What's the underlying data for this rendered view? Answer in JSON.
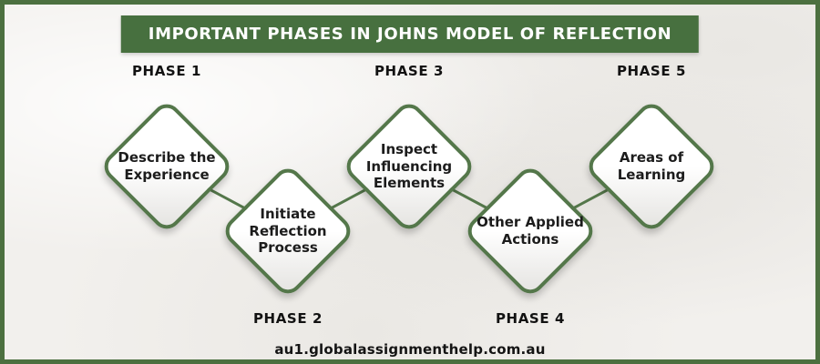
{
  "title": "IMPORTANT PHASES IN JOHNS MODEL OF REFLECTION",
  "footer": "au1.globalassignmenthelp.com.au",
  "colors": {
    "banner_green": "#47703f",
    "diamond_border_green": "#54774a",
    "frame_border_green": "#4c7040",
    "background": "#f2f0ed",
    "text_dark": "#1c1c1c"
  },
  "phases": [
    {
      "label": "PHASE 1",
      "text": "Describe the Experience",
      "position": "top"
    },
    {
      "label": "PHASE 2",
      "text": "Initiate Reflection Process",
      "position": "bottom"
    },
    {
      "label": "PHASE 3",
      "text": "Inspect Influencing Elements",
      "position": "top"
    },
    {
      "label": "PHASE 4",
      "text": "Other Applied Actions",
      "position": "bottom"
    },
    {
      "label": "PHASE 5",
      "text": "Areas of Learning",
      "position": "top"
    }
  ]
}
